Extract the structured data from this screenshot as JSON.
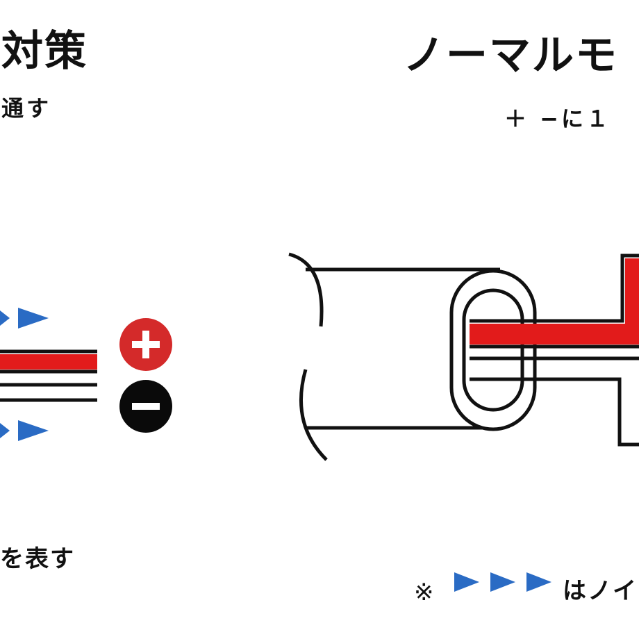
{
  "left_panel": {
    "title_fragment": "対策",
    "subtitle_fragment": "通す",
    "note_fragment": "を表す",
    "plus_sign": "+",
    "minus_sign": "−"
  },
  "right_panel": {
    "title_fragment": "ノーマルモ",
    "subtitle_fragment": "＋ −に１",
    "note_prefix": "※",
    "note_fragment": "はノイ"
  },
  "colors": {
    "conductor_plus": "#e21b1b",
    "badge_plus": "#d42a2a",
    "badge_minus": "#0a0a0a",
    "arrow": "#2a6bc4",
    "line": "#111111"
  },
  "icons": [
    "arrow-right-icon",
    "plus-icon",
    "minus-icon",
    "cable-icon"
  ]
}
